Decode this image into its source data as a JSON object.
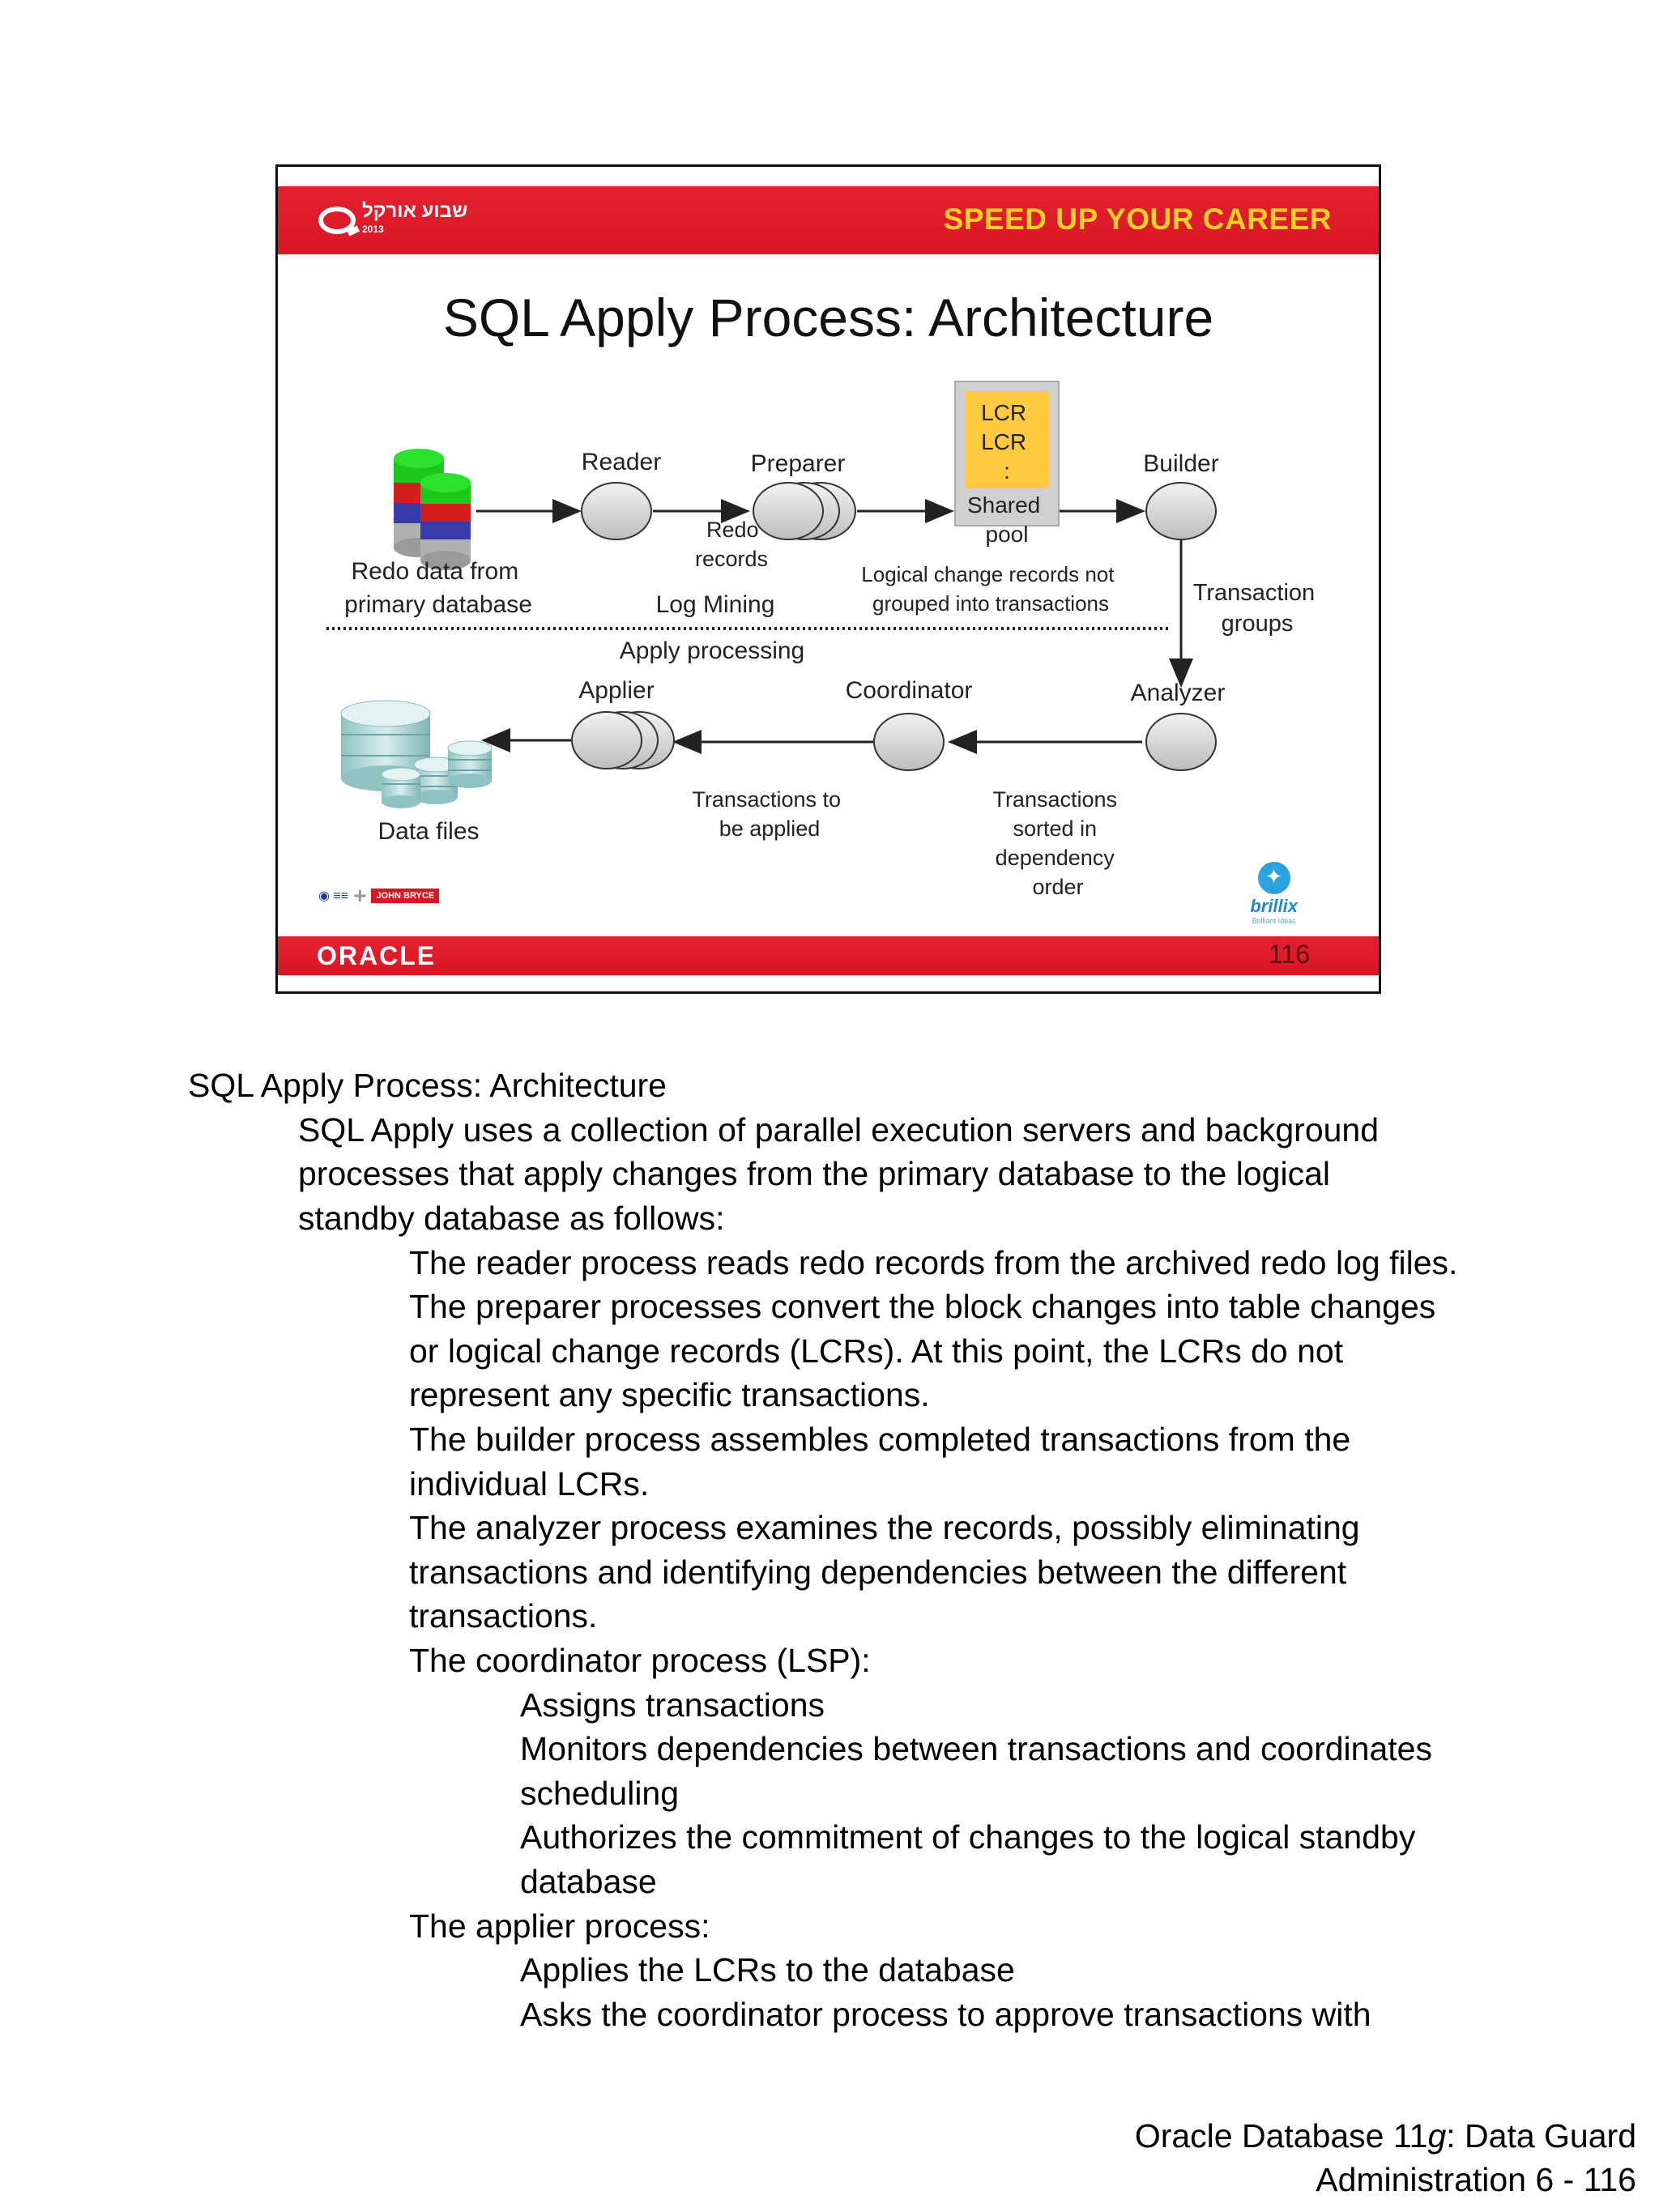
{
  "slide": {
    "slogan": "SPEED UP YOUR CAREER",
    "event_logo_text": "שבוע אורקל",
    "event_logo_year": "2013",
    "title": "SQL Apply Process: Architecture",
    "oracle_logo": "ORACLE",
    "page_number": "116",
    "partner_logo_text": "JOHN BRYCE",
    "brillix_logo": "brillix",
    "brillix_tagline": "Brilliant Ideas",
    "diagram": {
      "lcr_box": [
        "LCR",
        "LCR",
        ":"
      ],
      "shared_pool": [
        "Shared",
        "pool"
      ],
      "reader": "Reader",
      "preparer": "Preparer",
      "builder": "Builder",
      "redo_records": [
        "Redo",
        "records"
      ],
      "redo_source": [
        "Redo data from",
        "primary database"
      ],
      "log_mining": "Log Mining",
      "lcr_note": [
        "Logical change records not",
        "grouped into transactions"
      ],
      "transaction_groups": [
        "Transaction",
        "groups"
      ],
      "apply_processing": "Apply processing",
      "applier": "Applier",
      "coordinator": "Coordinator",
      "analyzer": "Analyzer",
      "data_files": "Data files",
      "to_apply": [
        "Transactions to",
        "be applied"
      ],
      "sorted": [
        "Transactions",
        "sorted in",
        "dependency",
        "order"
      ]
    }
  },
  "notes": {
    "heading": "SQL Apply Process: Architecture",
    "intro": [
      "SQL Apply uses a collection of parallel execution servers and background",
      "processes that apply changes from the primary database to the logical",
      "standby database as follows:"
    ],
    "reader": "The reader process reads redo records from the archived redo log files.",
    "preparer": [
      "The preparer processes convert the block changes into table changes",
      "or logical change records (LCRs). At this point, the LCRs do not",
      "represent any specific transactions."
    ],
    "builder": [
      "The builder process assembles completed transactions from the",
      "individual LCRs."
    ],
    "analyzer": [
      "The analyzer process examines the records, possibly eliminating",
      "transactions and identifying dependencies between the different",
      "transactions."
    ],
    "coordinator_intro": "The coordinator process (LSP):",
    "coordinator_items": [
      "Assigns transactions",
      "Monitors dependencies between transactions and coordinates",
      "scheduling",
      "Authorizes the commitment of changes to the logical standby",
      "database"
    ],
    "applier_intro": "The applier process:",
    "applier_items": [
      "Applies the LCRs to the database",
      "Asks the coordinator process to approve transactions with"
    ]
  },
  "footer": {
    "line1_prefix": "Oracle Database 11",
    "line1_italic": "g",
    "line1_suffix": ": Data Guard",
    "line2": "Administration   6 - 116"
  }
}
